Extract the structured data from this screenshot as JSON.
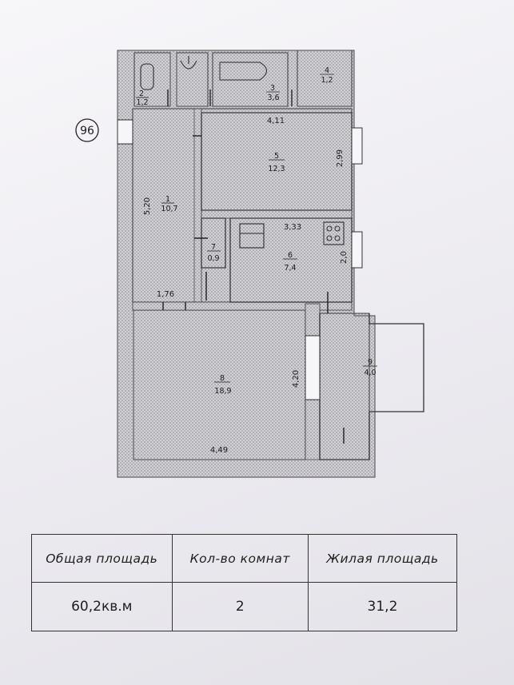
{
  "plan": {
    "apartment_number": "96",
    "rooms": [
      {
        "id": "room-1",
        "number": "1",
        "area": "10,7"
      },
      {
        "id": "room-2",
        "number": "2",
        "area": "1,2"
      },
      {
        "id": "room-3",
        "number": "3",
        "area": "3,6"
      },
      {
        "id": "room-4",
        "number": "4",
        "area": "1,2"
      },
      {
        "id": "room-5",
        "number": "5",
        "area": "12,3"
      },
      {
        "id": "room-6",
        "number": "6",
        "area": "7,4"
      },
      {
        "id": "room-7",
        "number": "7",
        "area": "0,9"
      },
      {
        "id": "room-8",
        "number": "8",
        "area": "18,9"
      },
      {
        "id": "room-9",
        "number": "9",
        "area": "4,0"
      }
    ],
    "dimensions": {
      "d411": "4,11",
      "d299": "2,99",
      "d520": "5,20",
      "d333": "3,33",
      "d20": "2,0",
      "d176": "1,76",
      "d420": "4,20",
      "d449": "4,49"
    }
  },
  "summary": {
    "headers": [
      "Общая площадь",
      "Кол-во комнат",
      "Жилая площадь"
    ],
    "values": [
      "60,2кв.м",
      "2",
      "31,2"
    ]
  }
}
